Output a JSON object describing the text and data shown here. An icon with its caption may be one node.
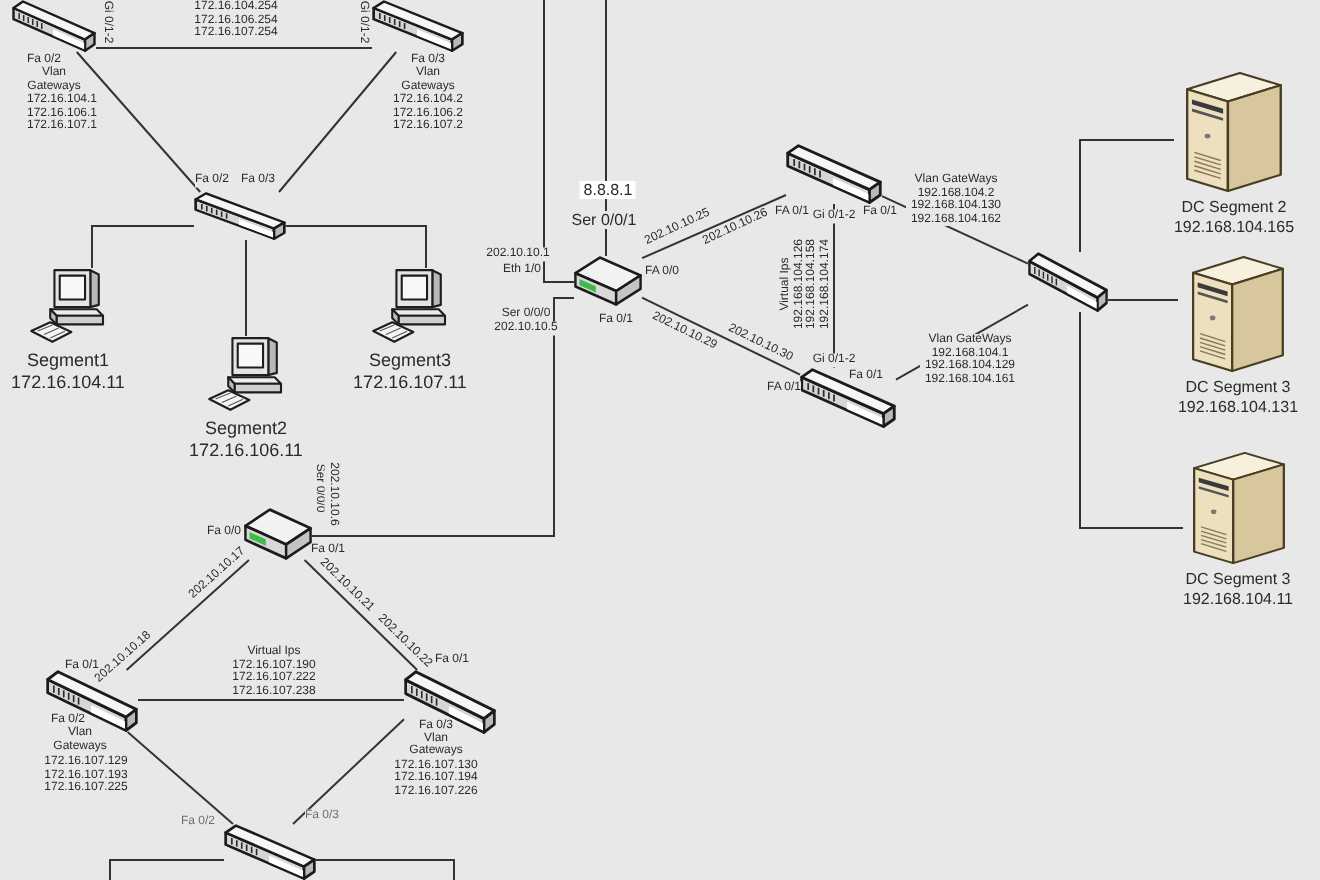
{
  "diagram": {
    "nodes": [
      {
        "text": [],
        "shape": "picture",
        "beside": [
          "Gi 0/1-2",
          "Fa 0/2",
          "Vlan Gateways",
          "172.16.104.1",
          "172.16.106.1",
          "172.16.107.1"
        ]
      },
      {
        "text": [],
        "shape": "picture",
        "beside": [
          "Gi 0/1-2",
          "Fa 0/3",
          "Vlan Gateways",
          "172.16.104.2",
          "172.16.106.2",
          "172.16.107.2"
        ]
      },
      {
        "text": [],
        "shape": "picture",
        "beside": [
          "Fa 0/2",
          "Fa 0/3"
        ]
      },
      {
        "text": [
          "Segment1",
          "172.16.104.11"
        ]
      },
      {
        "text": [
          "Segment2",
          "172.16.106.11"
        ]
      },
      {
        "text": [
          "Segment3",
          "172.16.107.11"
        ]
      },
      {
        "text": [],
        "shape": "picture",
        "beside": [
          "8.8.8.1",
          "Ser 0/0/1",
          "202.10.10.1",
          "Eth 1/0",
          "FA 0/0",
          "202.10.10.25",
          "Ser 0/0/0",
          "202.10.10.5",
          "Fa 0/1",
          "202.10.10.29"
        ]
      },
      {
        "text": [],
        "shape": "picture",
        "beside": [
          "FA 0/1",
          "202.10.10.26",
          "Gi 0/1-2",
          "Fa 0/1"
        ]
      },
      {
        "text": [],
        "shape": "picture",
        "beside": [
          "202.10.10.30",
          "Gi 0/1-2",
          "FA 0/1",
          "Fa 0/1"
        ]
      },
      {
        "text": [],
        "shape": "picture"
      },
      {
        "text": [
          "DC Segment 2",
          "192.168.104.165"
        ]
      },
      {
        "text": [
          "DC Segment 3",
          "192.168.104.131"
        ]
      },
      {
        "text": [
          "DC Segment 3",
          "192.168.104.11"
        ]
      },
      {
        "text": [],
        "shape": "picture",
        "beside": [
          "Ser 0/0/0",
          "202.10.10.6",
          "Fa 0/0",
          "Fa 0/1",
          "202.10.10.17",
          "202.10.10.21"
        ]
      },
      {
        "text": [],
        "shape": "picture",
        "beside": [
          "202.10.10.18",
          "Fa 0/1",
          "Fa 0/2",
          "Vlan Gateways",
          "172.16.107.129",
          "172.16.107.193",
          "172.16.107.225"
        ]
      },
      {
        "text": [],
        "shape": "picture",
        "beside": [
          "202.10.10.22",
          "Fa 0/1",
          "Fa 0/3",
          "Vlan Gateways",
          "172.16.107.130",
          "172.16.107.194",
          "172.16.107.226"
        ]
      },
      {
        "text": [],
        "shape": "picture",
        "beside": [
          "Fa 0/2",
          "Fa 0/3"
        ]
      }
    ],
    "edges": [
      {
        "from": 0,
        "to": 1,
        "arrow": "none",
        "label": "172.16.104.254 172.16.106.254 172.16.107.254"
      },
      {
        "from": 0,
        "to": 2,
        "arrow": "none"
      },
      {
        "from": 1,
        "to": 2,
        "arrow": "none"
      },
      {
        "from": 2,
        "to": 3,
        "arrow": "none"
      },
      {
        "from": 2,
        "to": 4,
        "arrow": "none"
      },
      {
        "from": 2,
        "to": 5,
        "arrow": "none"
      },
      {
        "from": null,
        "to": 6,
        "arrow": "none"
      },
      {
        "from": null,
        "to": 6,
        "arrow": "none"
      },
      {
        "from": 6,
        "to": 7,
        "arrow": "none"
      },
      {
        "from": 6,
        "to": 8,
        "arrow": "none"
      },
      {
        "from": 7,
        "to": 8,
        "arrow": "none",
        "label": "Virtual Ips 192.168.104.126 192.168.104.158 192.168.104.174"
      },
      {
        "from": 7,
        "to": 9,
        "arrow": "none",
        "label": "Vlan GateWays 192.168.104.2 192.168.104.130 192.168.104.162"
      },
      {
        "from": 8,
        "to": 9,
        "arrow": "none",
        "label": "Vlan GateWays 192.168.104.1 192.168.104.129 192.168.104.161"
      },
      {
        "from": 9,
        "to": 10,
        "arrow": "none"
      },
      {
        "from": 9,
        "to": 11,
        "arrow": "none"
      },
      {
        "from": 9,
        "to": 12,
        "arrow": "none"
      },
      {
        "from": 6,
        "to": 13,
        "arrow": "none"
      },
      {
        "from": 13,
        "to": 14,
        "arrow": "none"
      },
      {
        "from": 13,
        "to": 15,
        "arrow": "none"
      },
      {
        "from": 14,
        "to": 15,
        "arrow": "none",
        "label": "Virtual Ips 172.16.107.190 172.16.107.222 172.16.107.238"
      },
      {
        "from": 14,
        "to": 16,
        "arrow": "none"
      },
      {
        "from": 15,
        "to": 16,
        "arrow": "none"
      },
      {
        "from": 16,
        "to": null,
        "arrow": "none"
      },
      {
        "from": 16,
        "to": null,
        "arrow": "none"
      }
    ]
  }
}
